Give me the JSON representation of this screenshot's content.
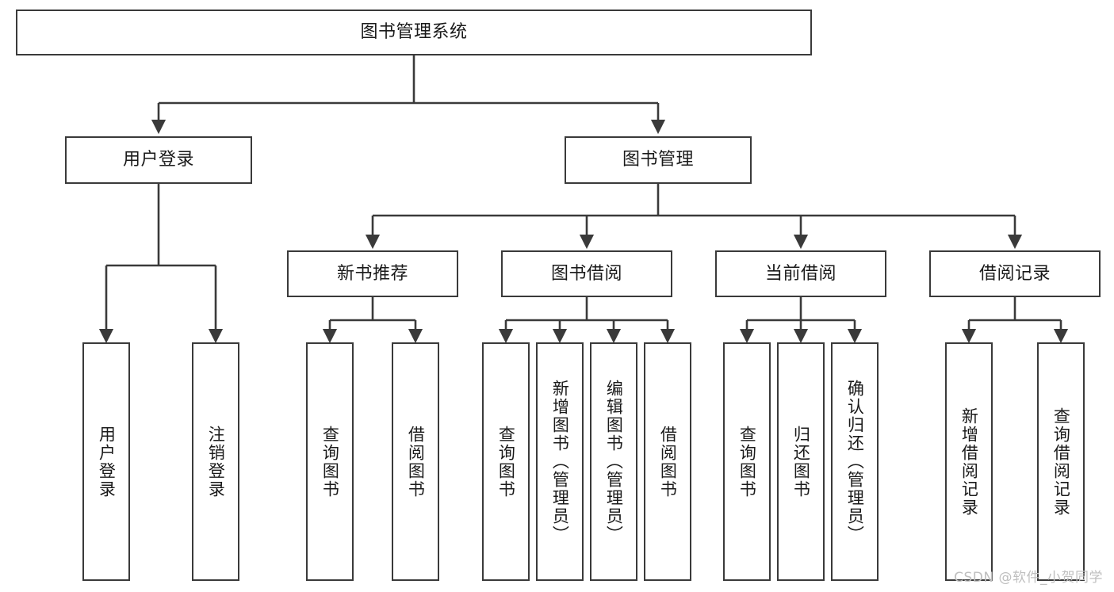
{
  "diagram": {
    "type": "tree-hierarchy",
    "title": "图书管理系统",
    "watermark": "CSDN @软件_小贺同学",
    "colors": {
      "box_border": "#3a3a3a",
      "box_fill": "#ffffff",
      "connector": "#3a3a3a",
      "text": "#1a1a1a",
      "watermark": "#bfbfbf"
    },
    "nodes": {
      "root": {
        "label": "图书管理系统"
      },
      "level2": [
        {
          "id": "user-login",
          "label": "用户登录"
        },
        {
          "id": "book-management",
          "label": "图书管理"
        }
      ],
      "level3": [
        {
          "id": "new-book-recommend",
          "label": "新书推荐"
        },
        {
          "id": "book-borrow",
          "label": "图书借阅"
        },
        {
          "id": "current-borrow",
          "label": "当前借阅"
        },
        {
          "id": "borrow-record",
          "label": "借阅记录"
        }
      ],
      "leaves": {
        "user-login": [
          {
            "id": "leaf-user-login",
            "label": "用户登录"
          },
          {
            "id": "leaf-logout-login",
            "label": "注销登录"
          }
        ],
        "new-book-recommend": [
          {
            "id": "leaf-query-book-1",
            "label": "查询图书"
          },
          {
            "id": "leaf-borrow-book-1",
            "label": "借阅图书"
          }
        ],
        "book-borrow": [
          {
            "id": "leaf-query-book-2",
            "label": "查询图书"
          },
          {
            "id": "leaf-add-book",
            "label": "新增图书（管理员）"
          },
          {
            "id": "leaf-edit-book",
            "label": "编辑图书（管理员）"
          },
          {
            "id": "leaf-borrow-book-2",
            "label": "借阅图书"
          }
        ],
        "current-borrow": [
          {
            "id": "leaf-query-book-3",
            "label": "查询图书"
          },
          {
            "id": "leaf-return-book",
            "label": "归还图书"
          },
          {
            "id": "leaf-confirm-return",
            "label": "确认归还（管理员）"
          }
        ],
        "borrow-record": [
          {
            "id": "leaf-add-record",
            "label": "新增借阅记录"
          },
          {
            "id": "leaf-query-record",
            "label": "查询借阅记录"
          }
        ]
      }
    }
  }
}
